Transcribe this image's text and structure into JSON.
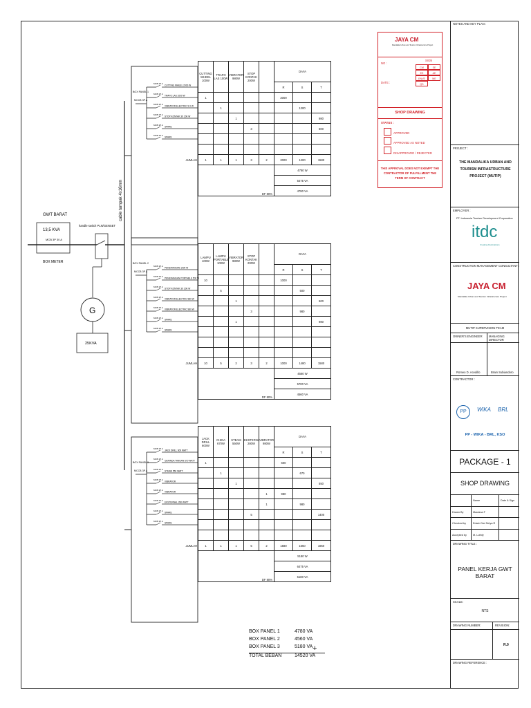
{
  "project": {
    "title": "THE MANDALIKA URBAN AND TOURISM INFRASTRUCTURE PROJECT (MUTIP)",
    "employer": "PT. Indonesia Tourism Development Corporation",
    "package": "PACKAGE - 1",
    "stage": "SHOP DRAWING",
    "drawing_title": "PANEL KERJA GWT BARAT",
    "scale": "NTS",
    "revision": "R.0"
  },
  "titleblock": {
    "notes": "NOTES AND KEY PLAN :",
    "project_lbl": "PROJECT :",
    "employer_lbl": "EMPLOYER :",
    "cmc_lbl": "CONSTRUCTION MANAGEMENT CONSULTANT :",
    "team": "MUTIP SUPERVISION TEAM",
    "owner_eng": "OWNER'S ENGINEER",
    "managing_dir": "MANAGING DIRECTOR",
    "owner_name": "Romeo D. Acedillo",
    "director_name": "Bram Subiandoro",
    "contractor_lbl": "CONTRACTOR :",
    "contractor": "PP - WIKA - BRL, KSO",
    "name_hdr": "Name",
    "date_hdr": "Date & Sign",
    "drawn_lbl": "Drawn By",
    "drawn": "Maulana F",
    "checked_lbl": "Checked by",
    "checked": "Edwin Dwi Setya R",
    "accepted_lbl": "Accepted by",
    "accepted": "M. Luthfy",
    "title_lbl": "DRAWING TITLE :",
    "scale_lbl": "SCALE:",
    "number_lbl": "DRAWING NUMBER:",
    "revision_lbl": "REVISION:",
    "reference_lbl": "DRAWING REFERENCE :",
    "itdc_tag": "Creating Destinations",
    "jaya_sub": "Mandalika Urban and Tourism Infrastructure Project"
  },
  "logos": {
    "jaya": "JAYA CM",
    "itdc": "itdc",
    "pp": "PP",
    "wika": "WiKA",
    "brl": "BRL"
  },
  "stamp": {
    "no": "NO :",
    "date": "DATE :",
    "sign": "SIGN",
    "roles": [
      "CM",
      "SE",
      "EE",
      "AE",
      "ENVE",
      "ME",
      "QS"
    ],
    "title": "SHOP DRAWING",
    "status": "STATUS :",
    "opt1": "APPROVED",
    "opt2": "APPROVED AS NOTED",
    "opt3": "DISAPPROVED / REJECTED",
    "note": "THIS APPROVAL DOES NOT EXEMPT THE CONTRACTOR OF FULFILLMENT THE TERM OF CONTRACT"
  },
  "schematic": {
    "source": "GWT BARAT",
    "kva": "13,5 KVA",
    "mcb": "MCB 3P 30 A",
    "meter": "BOX METER",
    "switch": "handle switch PLN/GENSET",
    "genset": "25KVA",
    "gen": "G",
    "cable": "cable tampak 4x16mm"
  },
  "panels": [
    {
      "box": "BOX PANEL 1",
      "mccb": "MCCB 3P A",
      "headers": [
        "CUTTING WHEEL 100W",
        "TRAFO LAS 100W",
        "VIBRATOR 980W",
        "STOP KONTAK 200W",
        ""
      ],
      "circuits": [
        "CUTTING WHEEL 2000 W",
        "TRAFO LAS 1000 W",
        "VIBRATOR ELECTRIC 9 0 W",
        "STOP KONTAK 3X 200 W",
        "SPARE",
        "SPARE"
      ],
      "rows": [
        [
          "1",
          "",
          "",
          "",
          ""
        ],
        [
          "",
          "1",
          "",
          "",
          ""
        ],
        [
          "",
          "",
          "1",
          "",
          ""
        ],
        [
          "",
          "",
          "",
          "3",
          ""
        ],
        [
          "",
          "",
          "",
          "",
          ""
        ],
        [
          "",
          "",
          "",
          "",
          ""
        ]
      ],
      "rst": [
        [
          "2000",
          "",
          ""
        ],
        [
          "",
          "1200",
          ""
        ],
        [
          "",
          "",
          "980"
        ],
        [
          "",
          "",
          "600"
        ],
        [
          "",
          "",
          ""
        ],
        [
          "",
          "",
          ""
        ]
      ],
      "jumlah": [
        "1",
        "1",
        "1",
        "3",
        "2"
      ],
      "jrst": [
        "2000",
        "1200",
        "1580"
      ],
      "w": "4780 W",
      "va": "5475 VA",
      "df": "DF 80%",
      "dfva": "4780 VA"
    },
    {
      "box": "BOX PANEL 2",
      "mccb": "MCCB 3P A",
      "headers": [
        "LAMPU 100W",
        "LAMPU PORTABLE 100W",
        "VIBRATOR 980W",
        "STOP KONTAK 200W",
        ""
      ],
      "circuits": [
        "PENERANGAN 1000 W",
        "PENERANGAN PORTABLE 500 W",
        "STOP KONTAK 3X 200 W",
        "VIBRATOR ELECTRIC 980 W",
        "VIBRATOR ELECTRIC 980 W",
        "SPARE",
        "SPARE"
      ],
      "rows": [
        [
          "10",
          "",
          "",
          "",
          ""
        ],
        [
          "",
          "5",
          "",
          "",
          ""
        ],
        [
          "",
          "",
          "1",
          "",
          ""
        ],
        [
          "",
          "",
          "",
          "3",
          ""
        ],
        [
          "",
          "",
          "1",
          "",
          ""
        ],
        [
          "",
          "",
          "",
          "",
          ""
        ],
        [
          "",
          "",
          "",
          "",
          ""
        ],
        [
          "",
          "",
          "",
          "",
          ""
        ]
      ],
      "rst": [
        [
          "1000",
          "",
          ""
        ],
        [
          "",
          "500",
          ""
        ],
        [
          "",
          "",
          "600"
        ],
        [
          "",
          "980",
          ""
        ],
        [
          "",
          "",
          "980"
        ],
        [
          "",
          "",
          ""
        ],
        [
          "",
          "",
          ""
        ],
        [
          "",
          "",
          ""
        ]
      ],
      "jumlah": [
        "10",
        "5",
        "2",
        "3",
        "2"
      ],
      "jrst": [
        "1000",
        "1480",
        "1580"
      ],
      "w": "4560 W",
      "va": "5700 VA",
      "df": "DF 80%",
      "dfva": "4560 VA"
    },
    {
      "box": "BOX PANEL 3",
      "mccb": "MCCB 3P A",
      "headers": [
        "JACK DRILL 600W",
        "CHINA 670W",
        "STEAM 550W",
        "EKSTERNAL 280W",
        "VIBRATOR 980W"
      ],
      "circuits": [
        "JACK DRILL 600 WATT",
        "GERINDA TANGAN 670 WATT",
        "STEAM 550 WATT",
        "VIBRATOR",
        "VIBRATOR",
        "EKSTERNAL 280 WATT",
        "SPARE",
        "SPARE"
      ],
      "rows": [
        [
          "1",
          "",
          "",
          "",
          ""
        ],
        [
          "",
          "1",
          "",
          "",
          ""
        ],
        [
          "",
          "",
          "1",
          "",
          ""
        ],
        [
          "",
          "",
          "",
          "",
          "1"
        ],
        [
          "",
          "",
          "",
          "",
          "1"
        ],
        [
          "",
          "",
          "",
          "5",
          ""
        ],
        [
          "",
          "",
          "",
          "",
          ""
        ],
        [
          "",
          "",
          "",
          "",
          ""
        ]
      ],
      "rst": [
        [
          "600",
          "",
          ""
        ],
        [
          "",
          "670",
          ""
        ],
        [
          "",
          "",
          "550"
        ],
        [
          "980",
          "",
          ""
        ],
        [
          "",
          "980",
          ""
        ],
        [
          "",
          "",
          "1400"
        ],
        [
          "",
          "",
          ""
        ],
        [
          "",
          "",
          ""
        ]
      ],
      "jumlah": [
        "1",
        "1",
        "1",
        "5",
        "2"
      ],
      "jrst": [
        "1580",
        "1650",
        "1950"
      ],
      "w": "5180 W",
      "va": "6475 VA",
      "df": "DF 80%",
      "dfva": "5180 VA"
    }
  ],
  "labels": {
    "data": "DAYA",
    "r": "R",
    "s": "S",
    "t": "T",
    "jumlah": "JUMLAH",
    "mcb": "MCB 1P A"
  },
  "summary": {
    "rows": [
      [
        "BOX PANEL 1",
        "4780 VA"
      ],
      [
        "BOX PANEL 2",
        "4560 VA"
      ],
      [
        "BOX PANEL 3",
        "5180 VA"
      ]
    ],
    "plus": "+",
    "total_lbl": "TOTAL BEBAN",
    "total": "14520 VA"
  },
  "colors": {
    "red": "#d21f26",
    "jaya_red": "#c8202f",
    "itdc_teal": "#1f8f8f",
    "blue": "#1b63ad"
  }
}
